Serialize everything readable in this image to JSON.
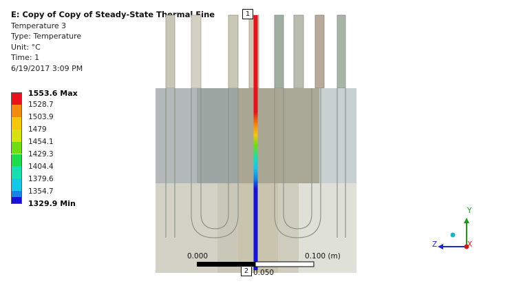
{
  "info": {
    "title": "E: Copy of Copy of Steady-State Thermal Fine",
    "result": "Temperature 3",
    "type": "Type: Temperature",
    "unit": "Unit: °C",
    "time": "Time: 1",
    "date": "6/19/2017 3:09 PM"
  },
  "legend": [
    {
      "label": "1553.6 Max",
      "color": "#e8121c",
      "bold": true
    },
    {
      "label": "1528.7",
      "color": "#f28a0e",
      "bold": false
    },
    {
      "label": "1503.9",
      "color": "#f5c70a",
      "bold": false
    },
    {
      "label": "1479",
      "color": "#d8e010",
      "bold": false
    },
    {
      "label": "1454.1",
      "color": "#6fdc14",
      "bold": false
    },
    {
      "label": "1429.3",
      "color": "#1fdc4c",
      "bold": false
    },
    {
      "label": "1404.4",
      "color": "#16e0b0",
      "bold": false
    },
    {
      "label": "1379.6",
      "color": "#14c8e8",
      "bold": false
    },
    {
      "label": "1354.7",
      "color": "#1486ea",
      "bold": false
    },
    {
      "label": "1329.9 Min",
      "color": "#1812d8",
      "bold": true
    }
  ],
  "probes": {
    "start": "1",
    "end": "2"
  },
  "scale": {
    "left": "0.000",
    "right": "0.100 (m)",
    "mid": "0.050"
  },
  "triad": {
    "y": "Y",
    "z": "Z",
    "x": "X"
  }
}
